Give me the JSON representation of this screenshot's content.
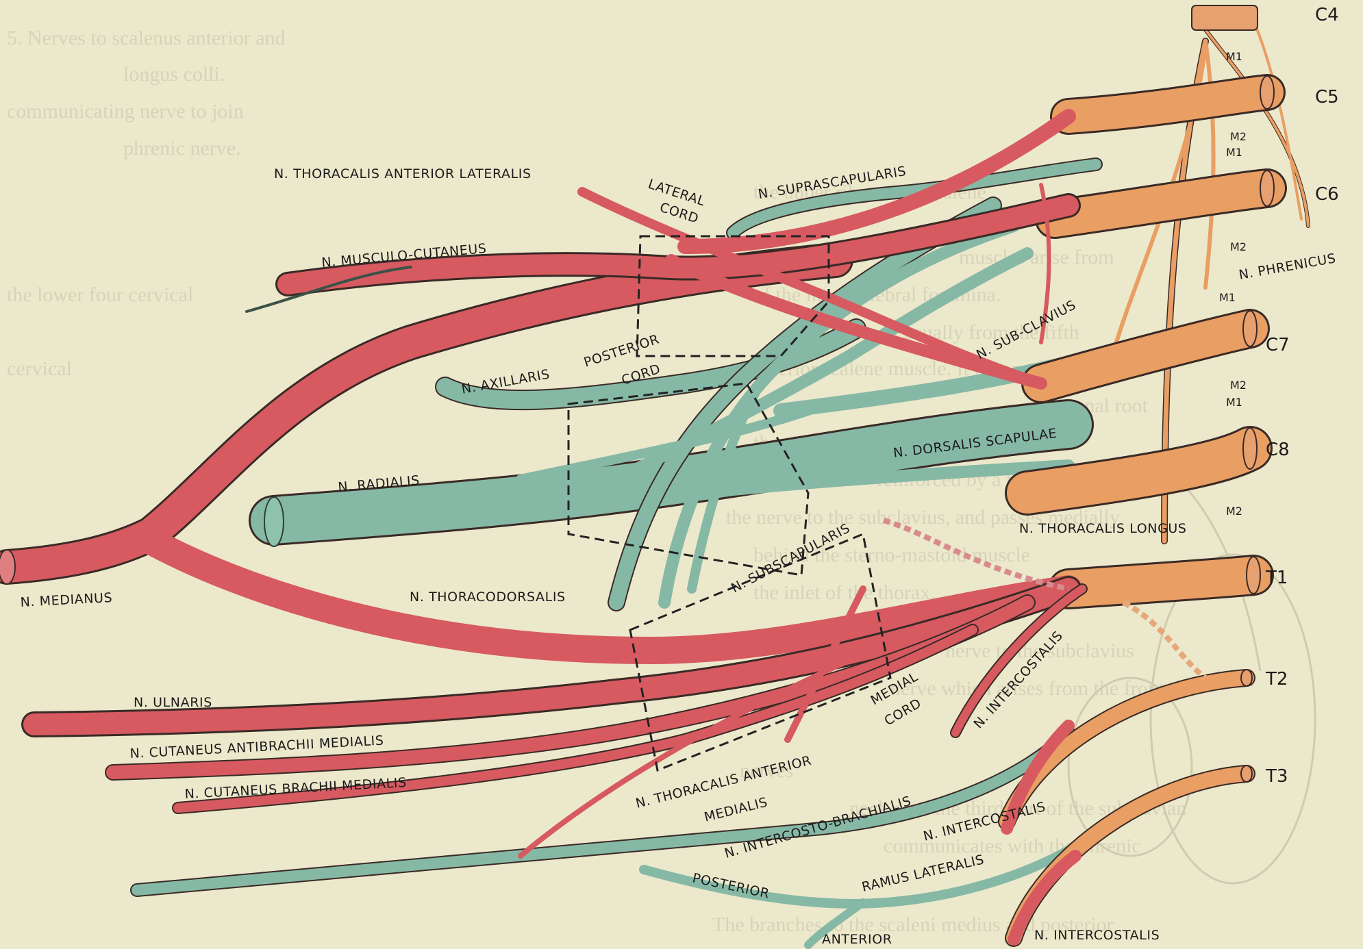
{
  "figure": {
    "background_color": "#ece8cb",
    "nerve_colors": {
      "anterior_division": "#d65a60",
      "posterior_division": "#86b8a6",
      "spinal_root": "#e99e63"
    },
    "background_text": [
      "5. Nerves to scalenus anterior and",
      "longus colli.",
      "communicating nerve to join",
      "phrenic nerve.",
      "the upper ribs, and a scalene",
      "muscles arise from",
      "the lower four cervical",
      "of the intervertebral foramina.",
      "usually from the fifth",
      "cervical",
      "anterior scalene muscle. It is sometimes",
      "additional root",
      "the sixth cervical nerve. In some",
      "reinforced by a branch from",
      "the nerve to the subclavius, and passes medially",
      "behind the sterno-mastoid muscle",
      "the inlet of the thorax.",
      "nerve to the subclavius",
      "nerve which arises from the front",
      "nerves",
      "neck over the third part of the subclavian",
      "communicates with the phrenic",
      "The branches to the scaleni medius and posterior"
    ],
    "labels": {
      "c4": "C4",
      "c5": "C5",
      "c6": "C6",
      "c7": "C7",
      "c8": "C8",
      "t1": "T1",
      "t2": "T2",
      "t3": "T3",
      "m1": "M1",
      "m2": "M2",
      "thoracalis_anterior_lateralis": "N. THORACALIS ANTERIOR LATERALIS",
      "lateral": "LATERAL",
      "cord": "CORD",
      "suprascapularis": "N. SUPRASCAPULARIS",
      "musculocutaneus": "N. MUSCULO-CUTANEUS",
      "phrenicus": "N. PHRENICUS",
      "subclavius": "N. SUB-CLAVIUS",
      "posterior": "POSTERIOR",
      "axillaris": "N. AXILLARIS",
      "dorsalis_scapulae": "N. DORSALIS SCAPULAE",
      "radialis": "N. RADIALIS",
      "thoracalis_longus": "N. THORACALIS LONGUS",
      "subscapularis": "N. SUBSCAPULARIS",
      "medianus": "N. MEDIANUS",
      "thoracodorsalis": "N. THORACODORSALIS",
      "intercostalis": "N. INTERCOSTALIS",
      "medial": "MEDIAL",
      "ulnaris": "N. ULNARIS",
      "cutaneus_antibrachii_medialis": "N. CUTANEUS ANTIBRACHII MEDIALIS",
      "cutaneus_brachii_medialis": "N. CUTANEUS BRACHII MEDIALIS",
      "thoracalis_anterior": "N. THORACALIS ANTERIOR",
      "medialis": "MEDIALIS",
      "intercosto_brachialis": "N. INTERCOSTO-BRACHIALIS",
      "ramus_lateralis": "RAMUS LATERALIS",
      "anterior": "ANTERIOR"
    }
  }
}
